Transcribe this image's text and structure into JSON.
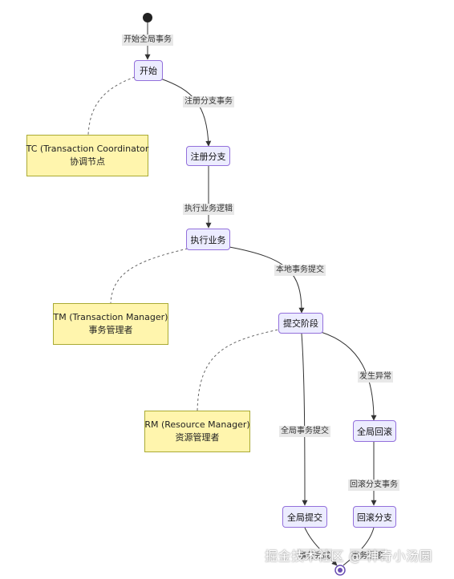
{
  "diagram": {
    "states": {
      "start_state": "开始",
      "register_branch": "注册分支",
      "execute_business": "执行业务",
      "commit_phase": "提交阶段",
      "global_rollback": "全局回滚",
      "global_commit": "全局提交",
      "rollback_branch": "回滚分支"
    },
    "edges": {
      "start_global_tx": "开始全局事务",
      "register_branch_tx": "注册分支事务",
      "execute_logic": "执行业务逻辑",
      "local_tx_commit": "本地事务提交",
      "exception_occurred": "发生异常",
      "global_tx_commit": "全局事务提交",
      "rollback_branch_tx": "回滚分支事务",
      "commit_end": "事务完成",
      "rollback_end": "事务回滚"
    },
    "notes": {
      "tc": {
        "line1": "TC (Transaction Coordinator",
        "line2": "协调节点"
      },
      "tm": {
        "line1": "TM (Transaction Manager)",
        "line2": "事务管理者"
      },
      "rm": {
        "line1": "RM (Resource Manager)",
        "line2": "资源管理者"
      }
    }
  },
  "watermark": "掘金技术社区 @ 神奇小汤圆",
  "colors": {
    "state_fill": "#ececff",
    "state_border": "#9370db",
    "note_fill": "#fff5ad",
    "note_border": "#aaaa33",
    "edge_label_bg": "#e8e8e8"
  }
}
